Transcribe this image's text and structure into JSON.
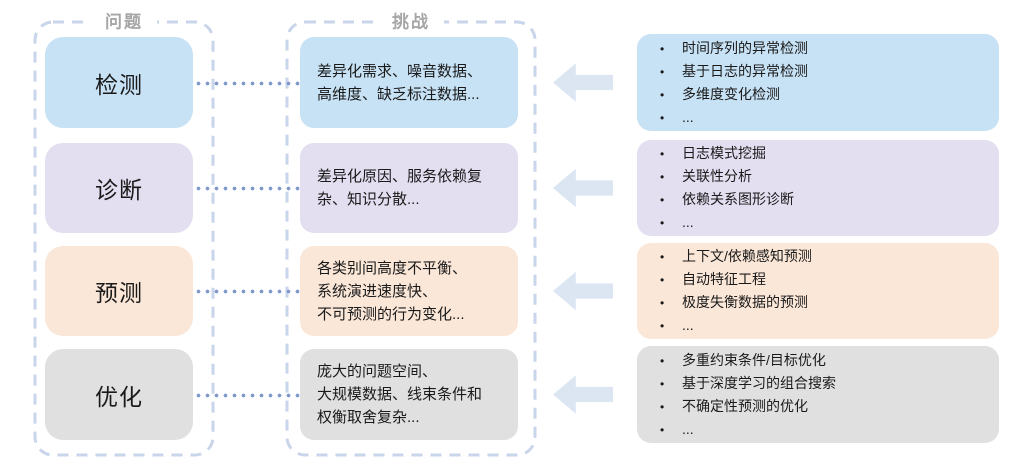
{
  "figure": {
    "problems_header": "问题",
    "challenges_header": "挑战"
  },
  "palette": {
    "detection": "#C7E1F5",
    "diagnosis": "#E3DEF0",
    "prediction": "#FBE7D8",
    "optimization": "#E0E0E0",
    "frame_border": "#C9D5EA",
    "connector_dots": "#8099CB",
    "arrow_fill": "#DCE6F3",
    "header_text": "#A6A6A6"
  },
  "rows": [
    {
      "id": "detection",
      "problem": "检测",
      "color": "#C7E1F5",
      "challenge": "差异化需求、噪音数据、\n高维度、缺乏标注数据...",
      "bullets": [
        "时间序列的异常检测",
        "基于日志的异常检测",
        "多维度变化检测",
        "..."
      ]
    },
    {
      "id": "diagnosis",
      "problem": "诊断",
      "color": "#E3DEF0",
      "challenge": "差异化原因、服务依赖复\n杂、知识分散...",
      "bullets": [
        "日志模式挖掘",
        "关联性分析",
        "依赖关系图形诊断",
        "..."
      ]
    },
    {
      "id": "prediction",
      "problem": "预测",
      "color": "#FBE7D8",
      "challenge": "各类别间高度不平衡、\n系统演进速度快、\n不可预测的行为变化...",
      "bullets": [
        "上下文/依赖感知预测",
        "自动特征工程",
        "极度失衡数据的预测",
        "..."
      ]
    },
    {
      "id": "optimization",
      "problem": "优化",
      "color": "#E0E0E0",
      "challenge": "庞大的问题空间、\n大规模数据、线束条件和\n权衡取舍复杂...",
      "bullets": [
        "多重约束条件/目标优化",
        "基于深度学习的组合搜索",
        "不确定性预测的优化",
        "..."
      ]
    }
  ]
}
